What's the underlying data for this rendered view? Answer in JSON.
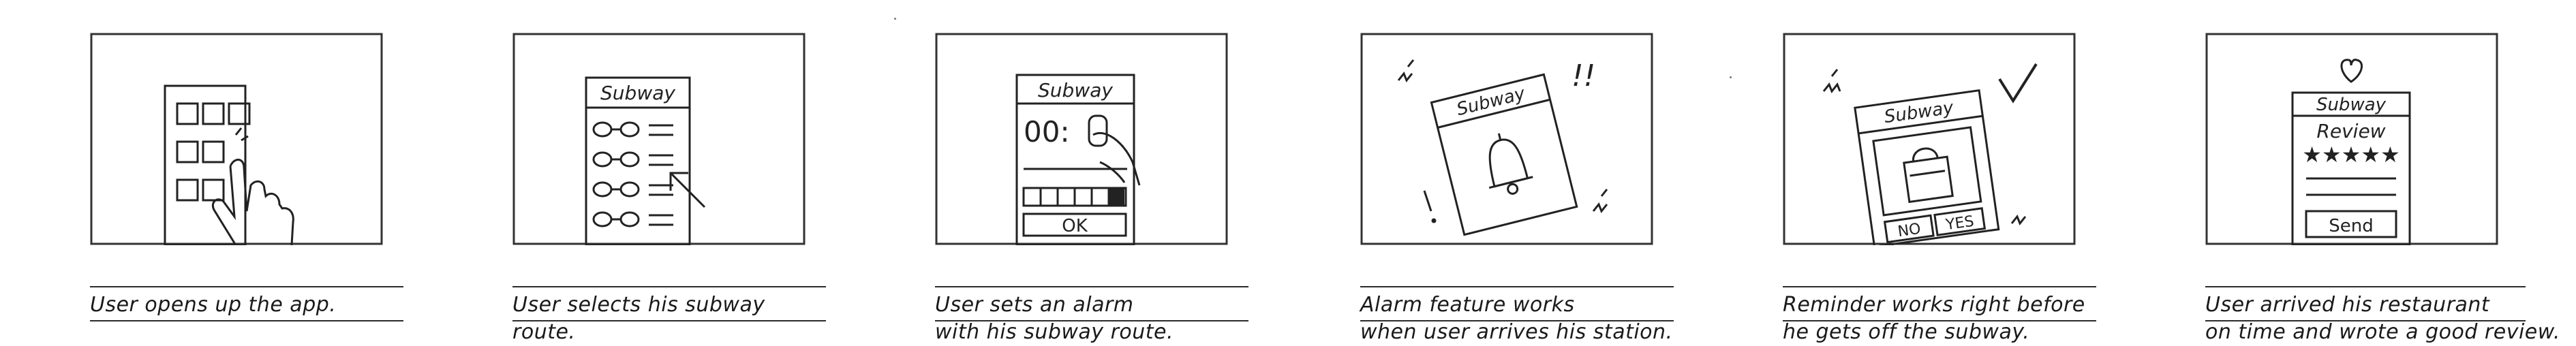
{
  "panels": [
    {
      "screen_title": "",
      "caption": [
        "User opens up the app.",
        ""
      ]
    },
    {
      "screen_title": "Subway",
      "caption": [
        "User selects his subway",
        "route."
      ]
    },
    {
      "screen_title": "Subway",
      "time": "00:",
      "button": "OK",
      "caption": [
        "User sets an alarm",
        "with his subway route."
      ]
    },
    {
      "screen_title": "Subway",
      "marks": "!!",
      "caption": [
        "Alarm feature works",
        "when user arrives his station."
      ]
    },
    {
      "screen_title": "Subway",
      "no": "NO",
      "yes": "YES",
      "caption": [
        "Reminder works right before",
        "he gets off the subway."
      ]
    },
    {
      "screen_title": "Subway",
      "subtitle": "Review",
      "stars": "★★★★★",
      "button": "Send",
      "caption": [
        "User arrived his restaurant",
        "on time and wrote a good review."
      ]
    }
  ]
}
